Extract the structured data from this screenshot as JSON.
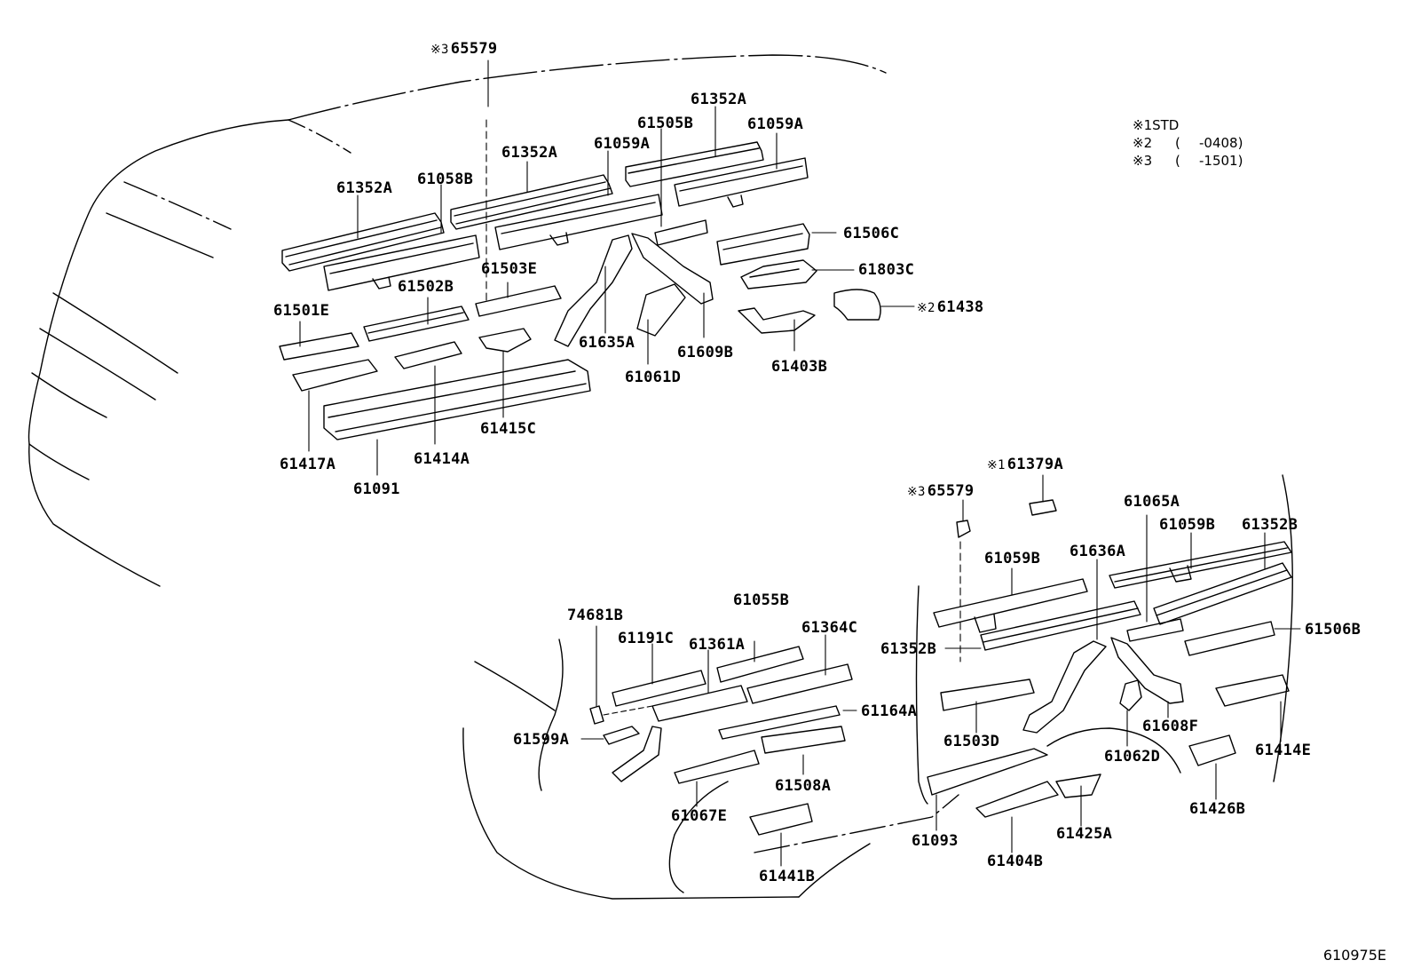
{
  "legend": [
    {
      "mark": "※1",
      "text": "STD",
      "bracket": "",
      "code": ""
    },
    {
      "mark": "※2",
      "text": "",
      "bracket": "(",
      "code": "-0408)"
    },
    {
      "mark": "※3",
      "text": "",
      "bracket": "(",
      "code": "-1501)"
    }
  ],
  "drawing_code": "610975E",
  "callouts": [
    {
      "id": "c01",
      "text": "65579",
      "mark": "※3"
    },
    {
      "id": "c02",
      "text": "61352A",
      "mark": ""
    },
    {
      "id": "c03",
      "text": "61505B",
      "mark": ""
    },
    {
      "id": "c04",
      "text": "61059A",
      "mark": ""
    },
    {
      "id": "c05",
      "text": "61059A",
      "mark": ""
    },
    {
      "id": "c06",
      "text": "61352A",
      "mark": ""
    },
    {
      "id": "c07",
      "text": "61352A",
      "mark": ""
    },
    {
      "id": "c08",
      "text": "61058B",
      "mark": ""
    },
    {
      "id": "c09",
      "text": "61506C",
      "mark": ""
    },
    {
      "id": "c10",
      "text": "61803C",
      "mark": ""
    },
    {
      "id": "c11",
      "text": "61438",
      "mark": "※2"
    },
    {
      "id": "c12",
      "text": "61503E",
      "mark": ""
    },
    {
      "id": "c13",
      "text": "61502B",
      "mark": ""
    },
    {
      "id": "c14",
      "text": "61501E",
      "mark": ""
    },
    {
      "id": "c15",
      "text": "61635A",
      "mark": ""
    },
    {
      "id": "c16",
      "text": "61609B",
      "mark": ""
    },
    {
      "id": "c17",
      "text": "61403B",
      "mark": ""
    },
    {
      "id": "c18",
      "text": "61061D",
      "mark": ""
    },
    {
      "id": "c19",
      "text": "61415C",
      "mark": ""
    },
    {
      "id": "c20",
      "text": "61417A",
      "mark": ""
    },
    {
      "id": "c21",
      "text": "61414A",
      "mark": ""
    },
    {
      "id": "c22",
      "text": "61091",
      "mark": ""
    },
    {
      "id": "c23",
      "text": "61379A",
      "mark": "※1"
    },
    {
      "id": "c24",
      "text": "65579",
      "mark": "※3"
    },
    {
      "id": "c25",
      "text": "61065A",
      "mark": ""
    },
    {
      "id": "c26",
      "text": "61059B",
      "mark": ""
    },
    {
      "id": "c27",
      "text": "61352B",
      "mark": ""
    },
    {
      "id": "c28",
      "text": "61636A",
      "mark": ""
    },
    {
      "id": "c29",
      "text": "61059B",
      "mark": ""
    },
    {
      "id": "c30",
      "text": "61055B",
      "mark": ""
    },
    {
      "id": "c31",
      "text": "74681B",
      "mark": ""
    },
    {
      "id": "c32",
      "text": "61191C",
      "mark": ""
    },
    {
      "id": "c33",
      "text": "61361A",
      "mark": ""
    },
    {
      "id": "c34",
      "text": "61364C",
      "mark": ""
    },
    {
      "id": "c35",
      "text": "61352B",
      "mark": ""
    },
    {
      "id": "c36",
      "text": "61506B",
      "mark": ""
    },
    {
      "id": "c37",
      "text": "61164A",
      "mark": ""
    },
    {
      "id": "c38",
      "text": "61503D",
      "mark": ""
    },
    {
      "id": "c39",
      "text": "61608F",
      "mark": ""
    },
    {
      "id": "c40",
      "text": "61414E",
      "mark": ""
    },
    {
      "id": "c41",
      "text": "61599A",
      "mark": ""
    },
    {
      "id": "c42",
      "text": "61062D",
      "mark": ""
    },
    {
      "id": "c43",
      "text": "61508A",
      "mark": ""
    },
    {
      "id": "c44",
      "text": "61067E",
      "mark": ""
    },
    {
      "id": "c45",
      "text": "61426B",
      "mark": ""
    },
    {
      "id": "c46",
      "text": "61093",
      "mark": ""
    },
    {
      "id": "c47",
      "text": "61425A",
      "mark": ""
    },
    {
      "id": "c48",
      "text": "61404B",
      "mark": ""
    },
    {
      "id": "c49",
      "text": "61441B",
      "mark": ""
    }
  ]
}
